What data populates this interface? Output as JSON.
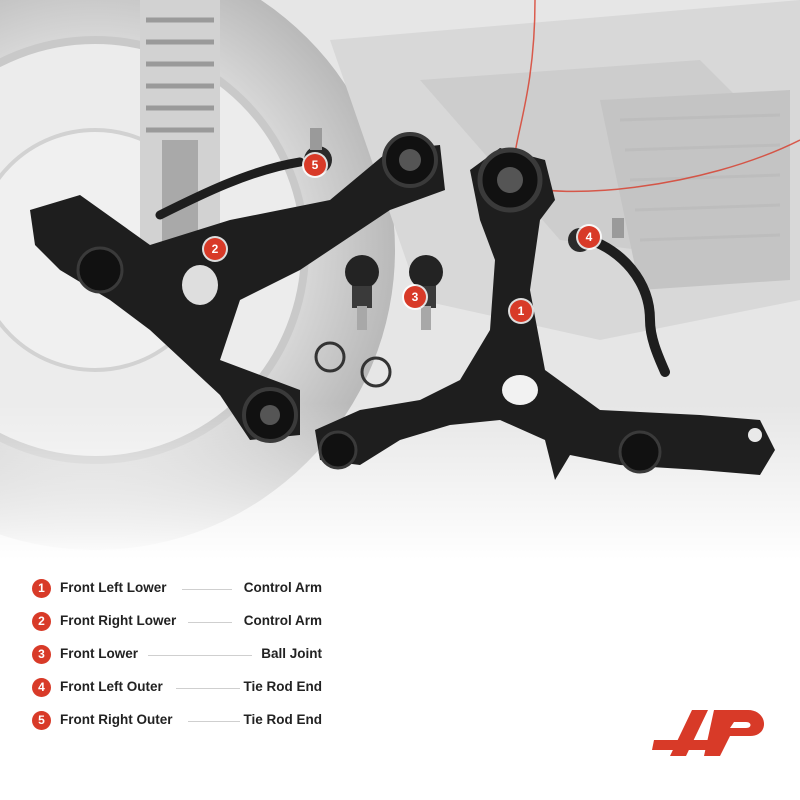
{
  "legend": {
    "items": [
      {
        "number": "1",
        "position": "Front Left Lower",
        "part": "Control Arm"
      },
      {
        "number": "2",
        "position": "Front Right Lower",
        "part": "Control Arm"
      },
      {
        "number": "3",
        "position": "Front Lower",
        "part": "Ball Joint"
      },
      {
        "number": "4",
        "position": "Front Left Outer",
        "part": "Tie Rod End"
      },
      {
        "number": "5",
        "position": "Front Right Outer",
        "part": "Tie Rod End"
      }
    ]
  },
  "colors": {
    "accent": "#d83a28",
    "part_dark": "#1e1e1e",
    "background_grey": "#d9d9d9"
  },
  "icons": {
    "logo": "brand-logo-icon"
  }
}
